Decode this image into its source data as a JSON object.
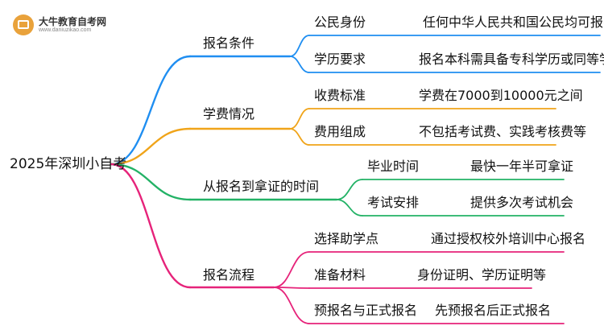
{
  "watermark": {
    "name": "大牛教育自考网",
    "url": "www.daniuzikao.com",
    "icon": "book-logo-icon"
  },
  "colors": {
    "blue": "#1f8ef1",
    "orange": "#f0a419",
    "green": "#23b266",
    "pink": "#e6237a",
    "root_line": "#b04a8a"
  },
  "root": "2025年深圳小自考",
  "branches": [
    {
      "label": "报名条件",
      "color": "#1f8ef1",
      "items": [
        {
          "key": "公民身份",
          "value": "任何中华人民共和国公民均可报名"
        },
        {
          "key": "学历要求",
          "value": "报名本科需具备专科学历或同等学历"
        }
      ]
    },
    {
      "label": "学费情况",
      "color": "#f0a419",
      "items": [
        {
          "key": "收费标准",
          "value": "学费在7000到10000元之间"
        },
        {
          "key": "费用组成",
          "value": "不包括考试费、实践考核费等"
        }
      ]
    },
    {
      "label": "从报名到拿证的时间",
      "color": "#23b266",
      "items": [
        {
          "key": "毕业时间",
          "value": "最快一年半可拿证"
        },
        {
          "key": "考试安排",
          "value": "提供多次考试机会"
        }
      ]
    },
    {
      "label": "报名流程",
      "color": "#e6237a",
      "items": [
        {
          "key": "选择助学点",
          "value": "通过授权校外培训中心报名"
        },
        {
          "key": "准备材料",
          "value": "身份证明、学历证明等"
        },
        {
          "key": "预报名与正式报名",
          "value": "先预报名后正式报名"
        }
      ]
    }
  ]
}
